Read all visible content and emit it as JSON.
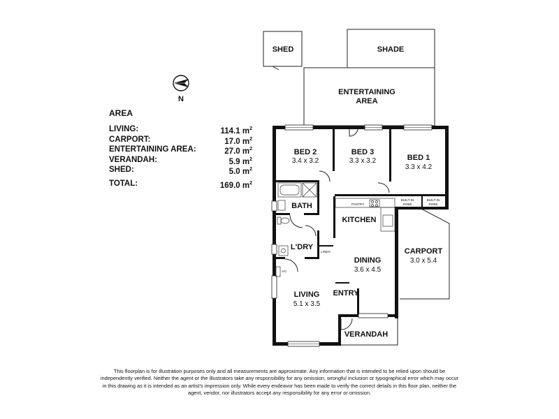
{
  "compass": {
    "label": "N"
  },
  "area": {
    "heading": "AREA",
    "rows": [
      {
        "label": "LIVING:",
        "value": "114.1 m",
        "unit": "2"
      },
      {
        "label": "CARPORT:",
        "value": "17.0 m",
        "unit": "2"
      },
      {
        "label": "ENTERTAINING AREA:",
        "value": "27.0 m",
        "unit": "2"
      },
      {
        "label": "VERANDAH:",
        "value": "5.9 m",
        "unit": "2"
      },
      {
        "label": "SHED:",
        "value": "5.0 m",
        "unit": "2"
      }
    ],
    "total": {
      "label": "TOTAL:",
      "value": "169.0 m",
      "unit": "2"
    }
  },
  "rooms": {
    "shed": {
      "name": "SHED"
    },
    "shade": {
      "name": "SHADE"
    },
    "entertaining": {
      "name_line1": "ENTERTAINING",
      "name_line2": "AREA"
    },
    "bed2": {
      "name": "BED 2",
      "dims": "3.4 x 3.2"
    },
    "bed3": {
      "name": "BED 3",
      "dims": "3.3 x 3.2"
    },
    "bed1": {
      "name": "BED 1",
      "dims": "3.3 x 4.2"
    },
    "bath": {
      "name": "BATH"
    },
    "kitchen": {
      "name": "KITCHEN"
    },
    "laundry": {
      "name": "L'DRY"
    },
    "dining": {
      "name": "DINING",
      "dims": "3.6 x 4.5"
    },
    "carport": {
      "name": "CARPORT",
      "dims": "3.0 x 5.4"
    },
    "living": {
      "name": "LIVING",
      "dims": "5.1 x 3.5"
    },
    "entry": {
      "name": "ENTRY"
    },
    "verandah": {
      "name": "VERANDAH"
    }
  },
  "fixtures": {
    "pantry": "PANTRY",
    "robe1_line1": "BUILT-IN",
    "robe1_line2": "ROBE",
    "robe2_line1": "BUILT-IN",
    "robe2_line2": "ROBE",
    "linen": "LINEN",
    "ac": "A/C"
  },
  "disclaimer": "This floorplan is for illustration purposes only and all measurements are approximate. Any information that is intended to be relied upon should be independently verified. Neither the agent or the illustrators take any responsibility for any omission, wrongful inclusion or typographical error which may occur in this drawing as it is intended as an artist's impression only. While every endeavor has been made to verify the correct details in this floor plan, neither the agent, vendor, nor illustrators accept any responsibility for any error or omission."
}
